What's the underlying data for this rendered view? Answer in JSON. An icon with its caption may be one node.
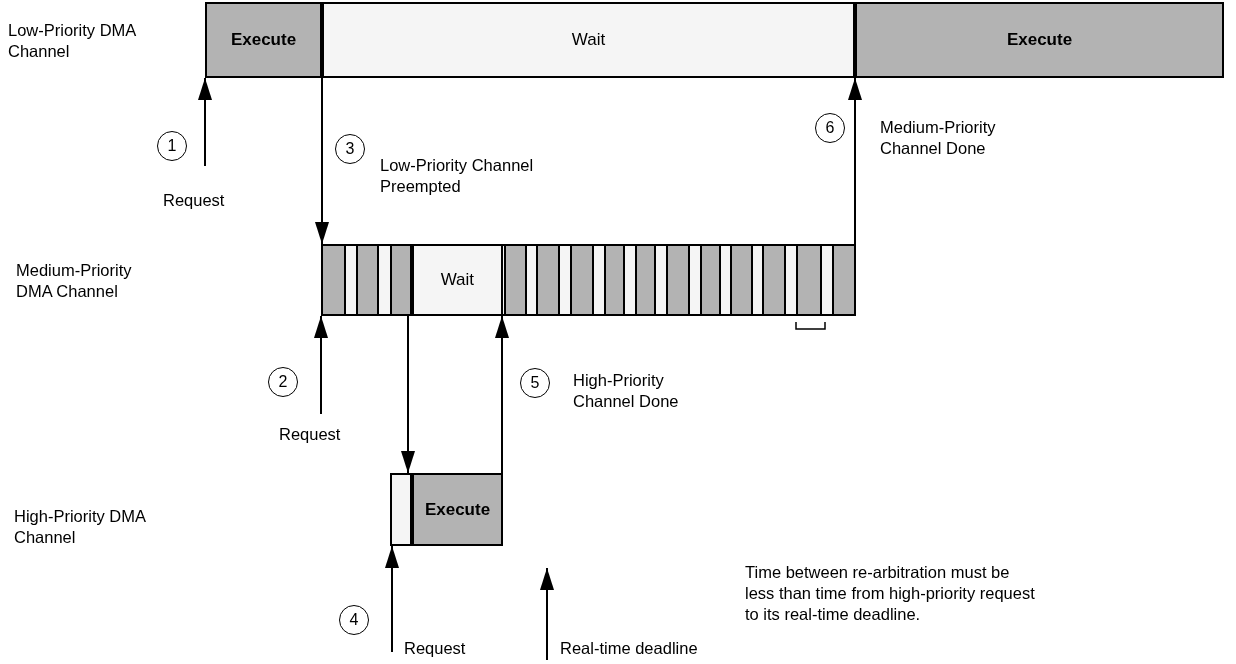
{
  "diagram": {
    "nodes": [
      {
        "text": [],
        "shape": "bar"
      },
      {
        "text": [
          "Execute"
        ],
        "in": 0
      },
      {
        "text": [
          "Wait"
        ],
        "in": 0
      },
      {
        "text": [
          "Execute"
        ],
        "in": 0
      },
      {
        "text": [],
        "shape": "bar"
      },
      {
        "text": [],
        "shape": "box",
        "in": 4
      },
      {
        "text": [],
        "shape": "box",
        "in": 4
      },
      {
        "text": [],
        "shape": "box",
        "in": 4
      },
      {
        "text": [
          "Wait"
        ],
        "in": 4
      },
      {
        "text": [],
        "shape": "box",
        "in": 4
      },
      {
        "text": [],
        "shape": "box",
        "in": 4
      },
      {
        "text": [],
        "shape": "box",
        "in": 4
      },
      {
        "text": [],
        "shape": "box",
        "in": 4
      },
      {
        "text": [],
        "shape": "box",
        "in": 4
      },
      {
        "text": [],
        "shape": "box",
        "in": 4
      },
      {
        "text": [],
        "shape": "box",
        "in": 4
      },
      {
        "text": [],
        "shape": "box",
        "in": 4
      },
      {
        "text": [],
        "shape": "box",
        "in": 4
      },
      {
        "text": [],
        "shape": "box",
        "in": 4
      },
      {
        "text": [],
        "shape": "box",
        "in": 4
      },
      {
        "text": [],
        "shape": "bar"
      },
      {
        "text": [],
        "shape": "box",
        "in": 20
      },
      {
        "text": [
          "Execute"
        ],
        "in": 20
      }
    ],
    "edges": [
      {
        "from": null,
        "to": 0,
        "arrow": "to",
        "label": "Request"
      },
      {
        "from": 0,
        "to": 4,
        "arrow": "to",
        "label": "Low-Priority Channel Preempted"
      },
      {
        "from": 4,
        "to": 0,
        "arrow": "to",
        "label": "Medium-Priority Channel Done"
      },
      {
        "from": null,
        "to": 4,
        "arrow": "to",
        "label": "Request"
      },
      {
        "from": 4,
        "to": 20,
        "arrow": "to"
      },
      {
        "from": 20,
        "to": 4,
        "arrow": "to",
        "label": "High-Priority Channel Done"
      },
      {
        "from": null,
        "to": 20,
        "arrow": "to",
        "label": "Request"
      }
    ],
    "labels": [
      "Low-Priority DMA Channel",
      "Medium-Priority DMA Channel",
      "High-Priority DMA Channel",
      "1",
      "3",
      "6",
      "2",
      "5",
      "Time between re-arbitration must be less than time from high-priority request to its real-time deadline.",
      "4",
      "Real-time deadline"
    ]
  }
}
